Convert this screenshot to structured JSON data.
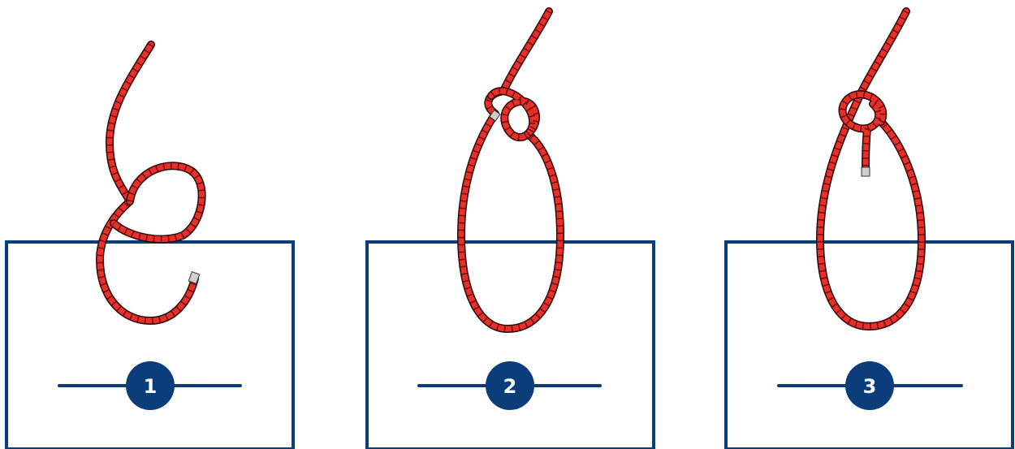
{
  "colors": {
    "frame": "#0a3d7a",
    "rope": "#e8302a",
    "background": "#ffffff"
  },
  "steps": [
    {
      "number": "1"
    },
    {
      "number": "2"
    },
    {
      "number": "3"
    }
  ]
}
